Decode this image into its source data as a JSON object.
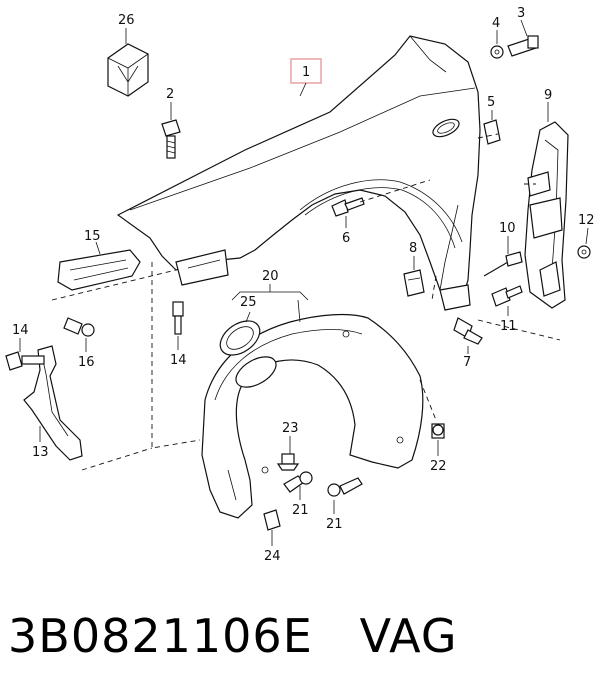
{
  "callouts": {
    "c1": "1",
    "c2": "2",
    "c3": "3",
    "c4": "4",
    "c5": "5",
    "c6": "6",
    "c7": "7",
    "c8": "8",
    "c9": "9",
    "c10": "10",
    "c11": "11",
    "c12": "12",
    "c13": "13",
    "c14a": "14",
    "c14b": "14",
    "c15": "15",
    "c16": "16",
    "c20": "20",
    "c21a": "21",
    "c21b": "21",
    "c22": "22",
    "c23": "23",
    "c24": "24",
    "c25": "25",
    "c26": "26"
  },
  "caption": {
    "part_number": "3B0821106E",
    "brand": "VAG"
  },
  "colors": {
    "highlight": "#e89aa0",
    "ink": "#111111"
  }
}
